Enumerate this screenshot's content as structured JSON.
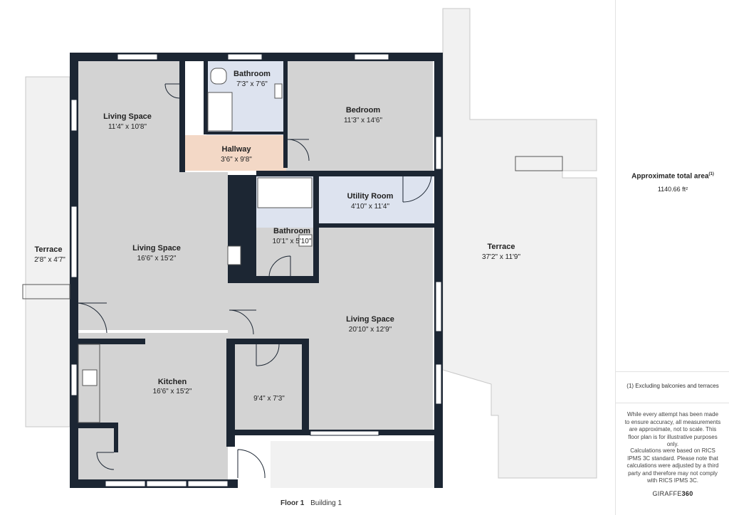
{
  "sidebar": {
    "area_title": "Approximate total area",
    "area_note_mark": "(1)",
    "area_value": "1140.66 ft²",
    "exclusion_note": "(1) Excluding balconies and terraces",
    "disclaimer_1": "While every attempt has been made to ensure accuracy, all measurements are approximate, not to scale. This floor plan is for illustrative purposes only.",
    "disclaimer_2": "Calculations were based on RICS IPMS 3C standard. Please note that calculations were adjusted by a third party and therefore may not comply with RICS IPMS 3C.",
    "logo_part1": "GIRAFFE",
    "logo_part2": "360"
  },
  "footer": {
    "floor": "Floor 1",
    "building": "Building 1"
  },
  "rooms": {
    "living_nw": {
      "name": "Living Space",
      "size": "11'4\" x 10'8\""
    },
    "bath_n": {
      "name": "Bathroom",
      "size": "7'3\" x 7'6\""
    },
    "bedroom": {
      "name": "Bedroom",
      "size": "11'3\" x 14'6\""
    },
    "hallway": {
      "name": "Hallway",
      "size": "3'6\" x 9'8\""
    },
    "utility": {
      "name": "Utility Room",
      "size": "4'10\" x 11'4\""
    },
    "living_w": {
      "name": "Living Space",
      "size": "16'6\" x 15'2\""
    },
    "bath_c": {
      "name": "Bathroom",
      "size": "10'1\" x 5'10\""
    },
    "terrace_w": {
      "name": "Terrace",
      "size": "2'8\" x 4'7\""
    },
    "terrace_e": {
      "name": "Terrace",
      "size": "37'2\" x 11'9\""
    },
    "living_e": {
      "name": "Living Space",
      "size": "20'10\" x 12'9\""
    },
    "kitchen": {
      "name": "Kitchen",
      "size": "16'6\" x 15'2\""
    },
    "closet": {
      "name": "",
      "size": "9'4\" x 7'3\""
    }
  },
  "colors": {
    "wall": "#1c2633",
    "room": "#d3d3d3",
    "bath": "#dde3ef",
    "hallway": "#f3d8c6",
    "terrace": "#f1f1f1"
  }
}
